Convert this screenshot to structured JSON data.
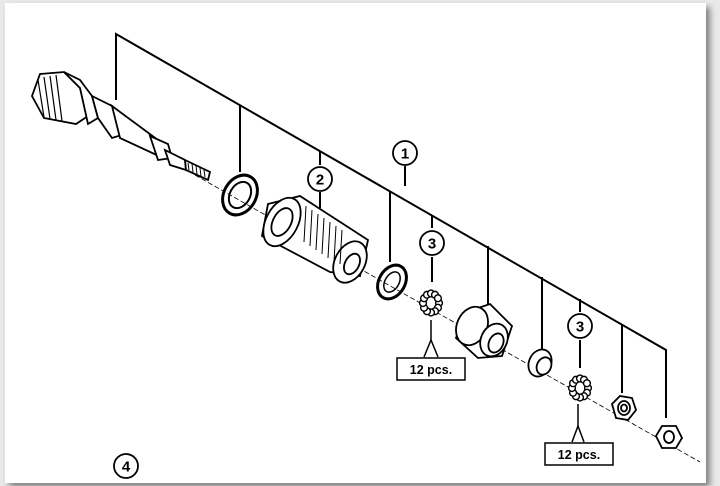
{
  "callouts": {
    "one": "1",
    "two": "2",
    "three_left": "3",
    "three_right": "3",
    "four": "4"
  },
  "quantity_labels": {
    "left": "12 pcs.",
    "right": "12 pcs."
  }
}
